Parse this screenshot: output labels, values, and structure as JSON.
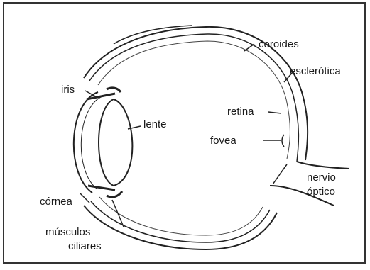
{
  "diagram": {
    "labels": {
      "coroides": "coroides",
      "esclerotica": "esclerótica",
      "iris": "iris",
      "lente": "lente",
      "retina": "retina",
      "fovea": "fovea",
      "nervio_line1": "nervio",
      "nervio_line2": "óptico",
      "cornea": "córnea",
      "musculos_line1": "músculos",
      "musculos_line2": "ciliares"
    }
  }
}
